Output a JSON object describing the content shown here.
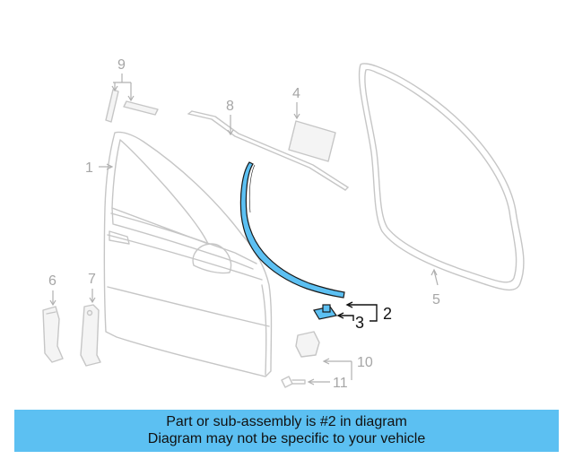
{
  "diagram": {
    "callouts": {
      "c1": "1",
      "c2": "2",
      "c3": "3",
      "c4": "4",
      "c5": "5",
      "c6": "6",
      "c7": "7",
      "c8": "8",
      "c9": "9",
      "c10": "10",
      "c11": "11"
    },
    "highlight_color": "#5cc0f2",
    "highlighted_part": "2"
  },
  "banner": {
    "line1": "Part or sub-assembly is #2 in diagram",
    "line2": "Diagram may not be specific to your vehicle",
    "color": "#5cc0f2"
  }
}
